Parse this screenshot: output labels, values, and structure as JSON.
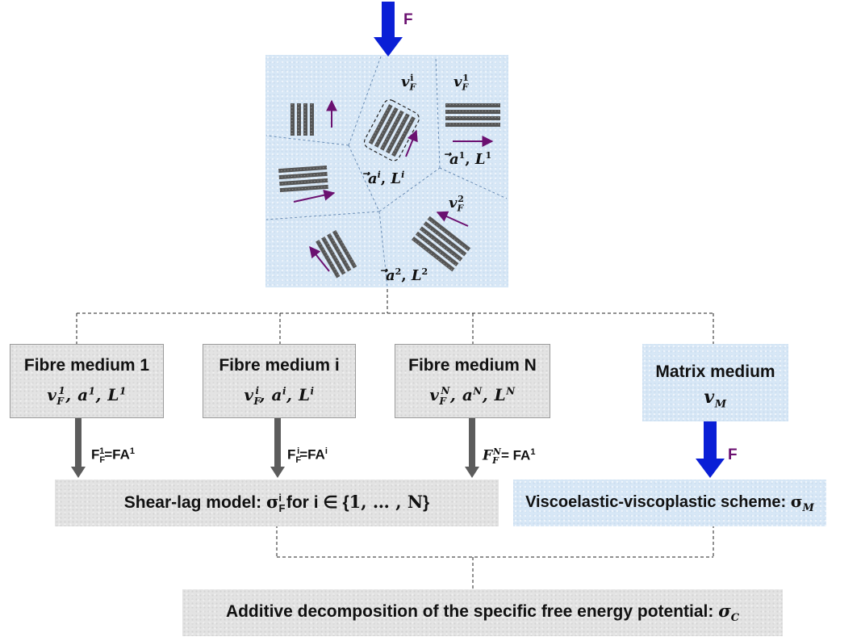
{
  "top_force_label": "F",
  "matrix_force_label": "F",
  "micro": {
    "labels": {
      "vFi": "v",
      "vF1": "v",
      "vF2": "v",
      "ai_Li": "a",
      "a1_L1": "a",
      "a2_L2": "a"
    }
  },
  "boxes": {
    "fibre1": {
      "title": "Fibre medium 1",
      "vars": "v",
      "vars_sub": "F",
      "vars_sup": "1",
      "a_sup": "1",
      "L_sup": "1"
    },
    "fibrei": {
      "title": "Fibre medium i",
      "vars": "v",
      "vars_sub": "F",
      "vars_sup": "i",
      "a_sup": "i",
      "L_sup": "i"
    },
    "fibreN": {
      "title": "Fibre medium N",
      "vars": "v",
      "vars_sub": "F",
      "vars_sup": "N",
      "a_sup": "N",
      "L_sup": "N"
    },
    "matrix": {
      "title": "Matrix medium",
      "var": "v",
      "var_sub": "M"
    }
  },
  "arrow_labels": {
    "f1": {
      "lhs": "F",
      "sub": "F",
      "sup": "1",
      "rhs": "=FA",
      "rhs_sup": "1"
    },
    "fi": {
      "lhs": "F",
      "sub": "F",
      "sup": "i",
      "rhs": "=FA",
      "rhs_sup": "i"
    },
    "fN": {
      "lhs": "F",
      "sub": "F",
      "sup": "N",
      "rhs": "= FA",
      "rhs_sup": "1"
    }
  },
  "banners": {
    "shear_lag": "Shear-lag model: ",
    "shear_sigma": "σ",
    "shear_sub": "F",
    "shear_sup": "i",
    "shear_rest": " for i ∈ {",
    "shear_set": "1, … , N",
    "shear_close": "}",
    "visco": "Viscoelastic-viscoplastic scheme: ",
    "visco_sigma": "σ",
    "visco_sub": "M",
    "additive": "Additive decomposition of  the specific free energy potential: ",
    "additive_sigma": "σ",
    "additive_sub": "C"
  },
  "colors": {
    "blue_arrow": "#0a1fd6",
    "purple": "#6b1070",
    "grey_arrow": "#5c5c5c"
  }
}
